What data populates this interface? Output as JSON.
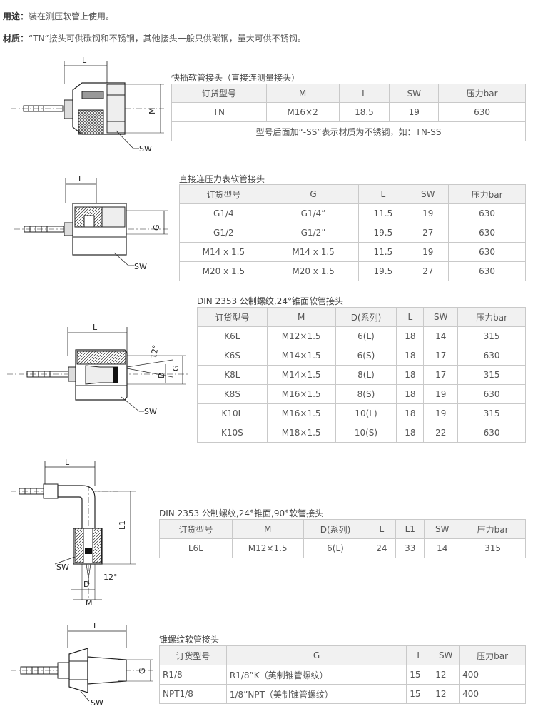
{
  "intro": {
    "usage_label": "用途：",
    "usage_text": "装在测压软管上使用。",
    "material_label": "材质：",
    "material_text": "“TN”接头可供碳钢和不锈钢，其他接头一般只供碳钢，量大可供不锈钢。"
  },
  "sections": [
    {
      "title": "快插软管接头（直接连测量接头）",
      "headers": [
        "订货型号",
        "M",
        "L",
        "SW",
        "压力bar"
      ],
      "rows": [
        [
          "TN",
          "M16×2",
          "18.5",
          "19",
          "630"
        ]
      ],
      "note": "型号后面加“-SS”表示材质为不锈钢，如：TN-SS",
      "figure_labels": {
        "L": "L",
        "M": "M",
        "SW": "SW"
      }
    },
    {
      "title": "直接连压力表软管接头",
      "headers": [
        "订货型号",
        "G",
        "L",
        "SW",
        "压力bar"
      ],
      "rows": [
        [
          "G1/4",
          "G1/4”",
          "11.5",
          "19",
          "630"
        ],
        [
          "G1/2",
          "G1/2”",
          "19.5",
          "27",
          "630"
        ],
        [
          "M14 x 1.5",
          "M14 x 1.5",
          "11.5",
          "19",
          "630"
        ],
        [
          "M20 x 1.5",
          "M20 x 1.5",
          "19.5",
          "27",
          "630"
        ]
      ],
      "figure_labels": {
        "L": "L",
        "G": "G",
        "SW": "SW"
      }
    },
    {
      "title": "DIN 2353 公制螺纹,24°锥面软管接头",
      "headers": [
        "订货型号",
        "M",
        "D(系列)",
        "L",
        "SW",
        "压力bar"
      ],
      "rows": [
        [
          "K6L",
          "M12×1.5",
          "6(L)",
          "18",
          "14",
          "315"
        ],
        [
          "K6S",
          "M14×1.5",
          "6(S)",
          "18",
          "17",
          "630"
        ],
        [
          "K8L",
          "M14×1.5",
          "8(L)",
          "18",
          "17",
          "315"
        ],
        [
          "K8S",
          "M16×1.5",
          "8(S)",
          "18",
          "19",
          "630"
        ],
        [
          "K10L",
          "M16×1.5",
          "10(L)",
          "18",
          "19",
          "315"
        ],
        [
          "K10S",
          "M18×1.5",
          "10(S)",
          "18",
          "22",
          "630"
        ]
      ],
      "figure_labels": {
        "L": "L",
        "angle": "12°",
        "D": "D",
        "G": "G",
        "SW": "SW"
      }
    },
    {
      "title": "DIN 2353 公制螺纹,24°锥面,90°软管接头",
      "headers": [
        "订货型号",
        "M",
        "D(系列)",
        "L",
        "L1",
        "SW",
        "压力bar"
      ],
      "rows": [
        [
          "L6L",
          "M12×1.5",
          "6(L)",
          "24",
          "33",
          "14",
          "315"
        ]
      ],
      "figure_labels": {
        "L": "L",
        "L1": "L1",
        "SW": "SW",
        "angle": "12°",
        "D": "D",
        "M": "M"
      }
    },
    {
      "title": "锥螺纹软管接头",
      "headers": [
        "订货型号",
        "G",
        "L",
        "SW",
        "压力bar"
      ],
      "rows": [
        [
          "R1/8",
          "R1/8”K（英制锥管螺纹）",
          "15",
          "12",
          "400"
        ],
        [
          "NPT1/8",
          "1/8”NPT（美制锥管螺纹）",
          "15",
          "12",
          "400"
        ]
      ],
      "figure_labels": {
        "L": "L",
        "G": "G",
        "SW": "SW"
      }
    }
  ]
}
